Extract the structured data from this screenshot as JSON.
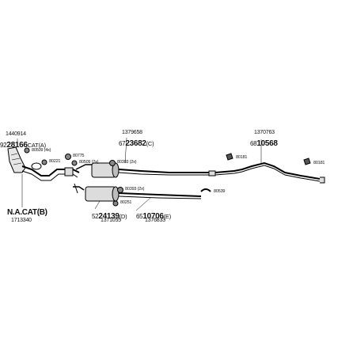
{
  "labels": {
    "left_top_code": "1440914",
    "left_prefix": "92",
    "left_main": "28166",
    "left_suffix": "CAT(A)",
    "mid_top_code": "1379658",
    "mid_prefix": "67",
    "mid_main": "23682",
    "mid_suffix": "(C)",
    "right_top_code": "1370763",
    "right_prefix": "68",
    "right_main": "10568",
    "bottom_left_main": "N.A.CAT(B)",
    "bottom_left_code": "1713340",
    "bottom_mid_prefix": "52",
    "bottom_mid_main": "24139",
    "bottom_mid_suffix": "(D)",
    "bottom_mid_code": "1371055",
    "bottom_right_prefix": "65",
    "bottom_right_main": "10706",
    "bottom_right_suffix": "(E)",
    "bottom_right_code": "1376833"
  },
  "parts": {
    "p80509_4x": "80509 (4x)",
    "p80221": "80221",
    "p80775": "80775",
    "p80509_2x": "80509 (2x)",
    "p80393_2x_a": "80393 (2x)",
    "p80393_2x_b": "80393 (2x)",
    "p80251": "80251",
    "p80539": "80539",
    "p80181_a": "80181",
    "p80181_b": "80181"
  }
}
